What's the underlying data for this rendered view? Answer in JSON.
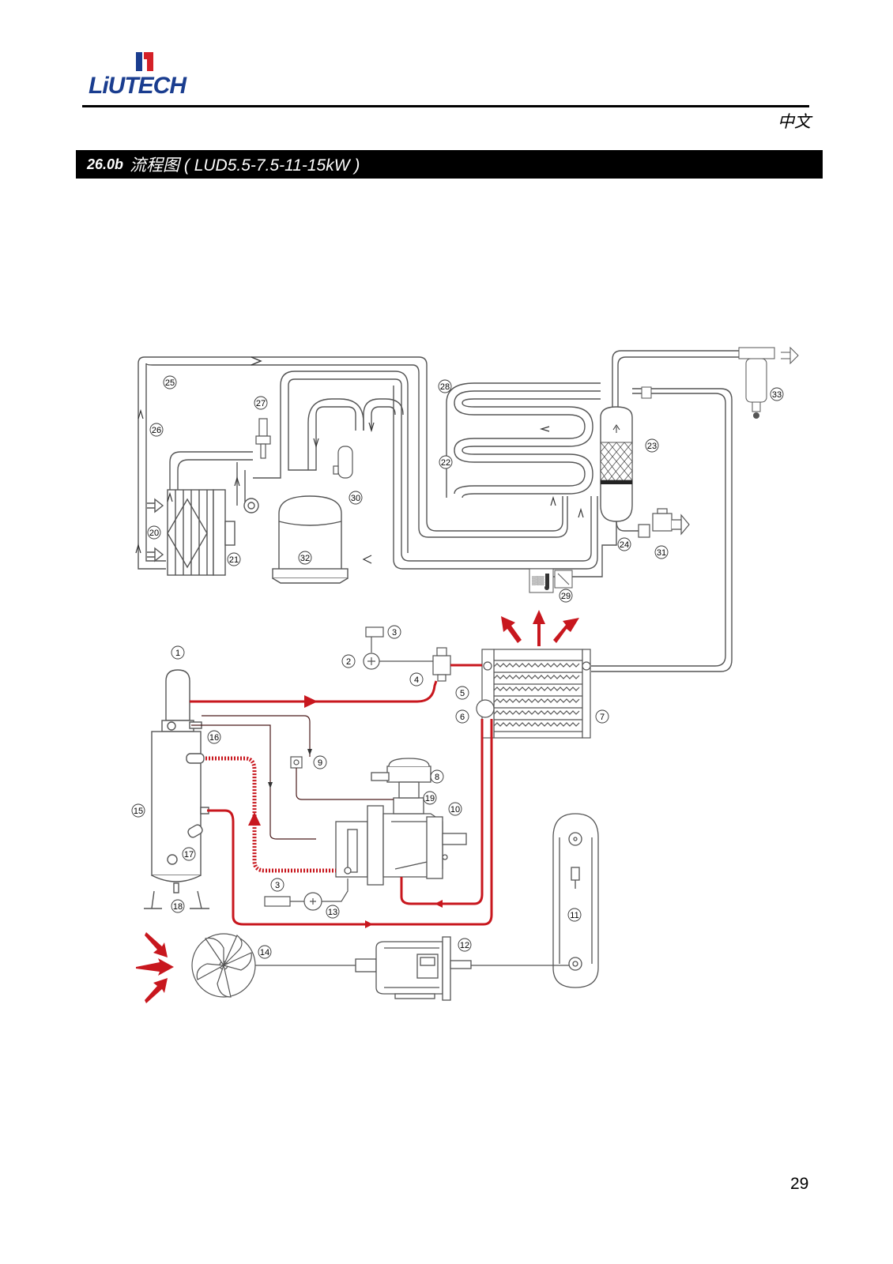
{
  "header": {
    "brand": "LiUTECH",
    "language": "中文"
  },
  "section": {
    "number": "26.0b",
    "title": "流程图 ( LUD5.5-7.5-11-15kW )"
  },
  "callouts": [
    "1",
    "2",
    "3",
    "3",
    "4",
    "5",
    "6",
    "7",
    "8",
    "9",
    "10",
    "11",
    "12",
    "13",
    "14",
    "15",
    "16",
    "17",
    "18",
    "19",
    "20",
    "21",
    "22",
    "23",
    "24",
    "25",
    "26",
    "27",
    "28",
    "29",
    "30",
    "31",
    "32",
    "33"
  ],
  "colors": {
    "hot_line": "#c8171e",
    "pipe": "#555555",
    "accent_brand": "#1a3d8f",
    "logo_red": "#d42027"
  },
  "footer": {
    "page_number": "29"
  }
}
